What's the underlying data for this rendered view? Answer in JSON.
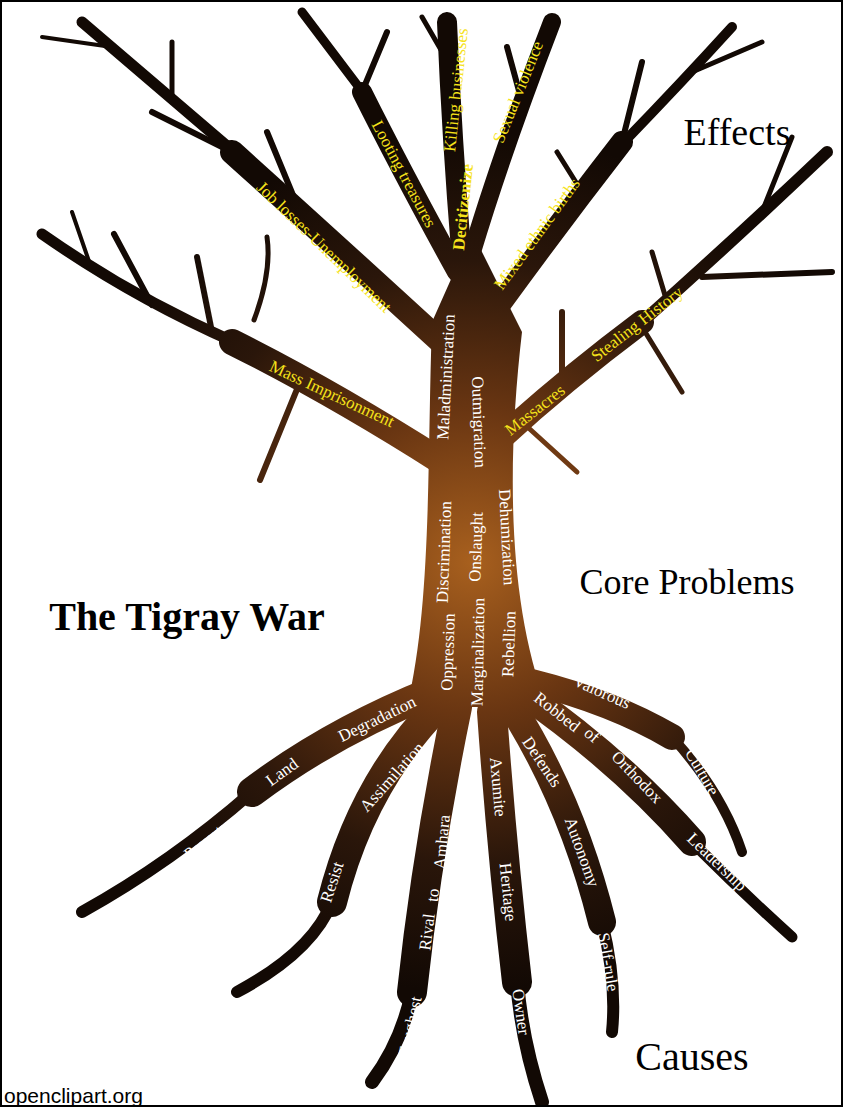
{
  "diagram": {
    "title": "The Tigray War",
    "labels": [
      "Effects",
      "Core Problems",
      "Causes",
      "Job losses-Unemployment",
      "Looting treasures",
      "Killing businesses",
      "Sexual violence",
      "Decitizenize",
      "Mixed ethnic births",
      "Mass Imprisonment",
      "Massacres",
      "Stealing History",
      "Maladministration",
      "Outmigration",
      "Dehumization",
      "Discrimination",
      "Onslaught",
      "Marginalization",
      "Rebellion",
      "Oppression",
      "Poverty",
      "Land",
      "Degradation",
      "Resist",
      "Assimilation",
      "Toughest",
      "Rival",
      "to",
      "Amhara",
      "Axumite",
      "Heritage",
      "Owner",
      "Defends",
      "Autonomy",
      "Self-rule",
      "Robbed",
      "of",
      "Orthodox",
      "Leadership",
      "Valorous",
      "Culture",
      "openclipart.org"
    ]
  }
}
